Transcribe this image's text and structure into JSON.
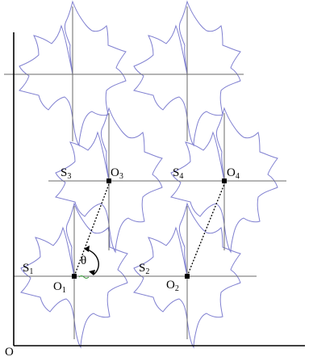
{
  "origin_label": "O",
  "centers": [
    {
      "letter": "O",
      "index": "1"
    },
    {
      "letter": "O",
      "index": "2"
    },
    {
      "letter": "O",
      "index": "3"
    },
    {
      "letter": "O",
      "index": "4"
    }
  ],
  "tiles": [
    {
      "letter": "S",
      "index": "1"
    },
    {
      "letter": "S",
      "index": "2"
    },
    {
      "letter": "S",
      "index": "3"
    },
    {
      "letter": "S",
      "index": "4"
    }
  ],
  "angle_label": "θ",
  "colors": {
    "tile_outline": "#7f7fd0",
    "grid": "#6a6a6a",
    "axis": "#000000"
  }
}
